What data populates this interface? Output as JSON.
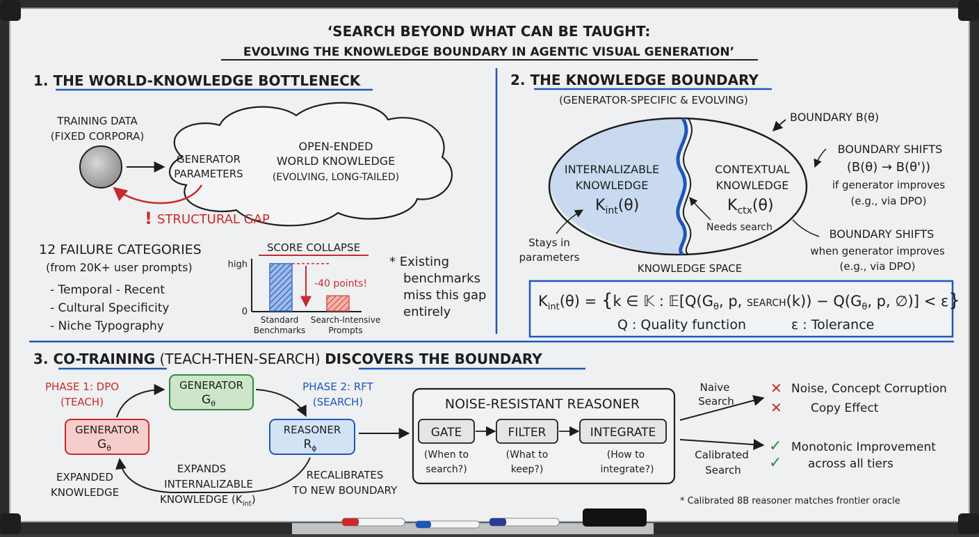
{
  "title": {
    "line1": "‘SEARCH BEYOND WHAT CAN BE TAUGHT:",
    "line2": "EVOLVING THE KNOWLEDGE BOUNDARY IN AGENTIC VISUAL GENERATION’"
  },
  "section1": {
    "heading": "1. THE WORLD-KNOWLEDGE BOTTLENECK",
    "training_data": [
      "TRAINING DATA",
      "(FIXED CORPORA)"
    ],
    "generator_params": [
      "GENERATOR",
      "PARAMETERS"
    ],
    "cloud": [
      "OPEN-ENDED",
      "WORLD KNOWLEDGE",
      "(EVOLVING, LONG-TAILED)"
    ],
    "gap_mark": "!",
    "gap": "STRUCTURAL GAP",
    "failures_title": "12 FAILURE CATEGORIES",
    "failures_sub": "(from 20K+ user prompts)",
    "failures": [
      "- Temporal - Recent",
      "- Cultural Specificity",
      "- Niche Typography"
    ],
    "chart_title": "SCORE COLLAPSE",
    "note": [
      "* Existing",
      "benchmarks",
      "miss this gap",
      "entirely"
    ]
  },
  "section2": {
    "heading": "2. THE KNOWLEDGE BOUNDARY",
    "subheading": "(GENERATOR-SPECIFIC & EVOLVING)",
    "boundary_label": "BOUNDARY B(θ)",
    "internal": [
      "INTERNALIZABLE",
      "KNOWLEDGE"
    ],
    "internal_sym": "K",
    "internal_sub": "int",
    "theta": "(θ)",
    "contextual": [
      "CONTEXTUAL",
      "KNOWLEDGE"
    ],
    "ctx_sym": "K",
    "ctx_sub": "ctx",
    "needs_search": "Needs search",
    "stays": [
      "Stays in",
      "parameters"
    ],
    "space": "KNOWLEDGE SPACE",
    "shift1": [
      "BOUNDARY SHIFTS",
      "(B(θ) → B(θ'))",
      "if generator improves",
      "(e.g., via DPO)"
    ],
    "shift2": [
      "BOUNDARY SHIFTS",
      "when generator improves",
      "(e.g., via DPO)"
    ],
    "formula": {
      "lhs_k": "K",
      "lhs_sub": "int",
      "lhs_rest": "(θ) = ",
      "lbrace": "{",
      "set_part": "k ∈ 𝕂 : 𝔼[",
      "q1": "Q(G",
      "q1_sub": "θ",
      "q1_rest": ", p, ",
      "search": "SEARCH",
      "q1_end": "(k)) − Q(G",
      "q2_sub": "θ",
      "q2_rest": ", p, ∅)] < ε",
      "rbrace": "}"
    },
    "q_def": "Q : Quality function",
    "eps_def": "ε : Tolerance"
  },
  "section3": {
    "heading_part1": "3. CO-TRAINING",
    "heading_part2": " (TEACH-THEN-SEARCH) ",
    "heading_part3": "DISCOVERS THE BOUNDARY",
    "phase1": [
      "PHASE 1: DPO",
      "(TEACH)"
    ],
    "phase2": [
      "PHASE 2: RFT",
      "(SEARCH)"
    ],
    "gen_top": [
      "GENERATOR",
      "G",
      "θ"
    ],
    "gen_left": [
      "GENERATOR",
      "G",
      "θ"
    ],
    "reasoner": [
      "REASONER",
      "R",
      "ϕ"
    ],
    "expanded": [
      "EXPANDED",
      "KNOWLEDGE"
    ],
    "expands": [
      "EXPANDS",
      "INTERNALIZABLE",
      "KNOWLEDGE (K",
      "int",
      ")"
    ],
    "recal": [
      "RECALIBRATES",
      "TO NEW BOUNDARY"
    ],
    "nrr_title": "NOISE-RESISTANT REASONER",
    "gate": "GATE",
    "gate_q": [
      "(When to",
      "search?)"
    ],
    "filter": "FILTER",
    "filter_q": [
      "(What to",
      "keep?)"
    ],
    "integrate": "INTEGRATE",
    "integrate_q": [
      "(How to",
      "integrate?)"
    ],
    "naive": [
      "Naive",
      "Search"
    ],
    "calibrated": [
      "Calibrated",
      "Search"
    ],
    "bad": [
      "Noise, Concept Corruption",
      "Copy Effect"
    ],
    "good": [
      "Monotonic Improvement",
      "across all tiers"
    ],
    "cross_mark": "✕",
    "check_mark": "✓",
    "footnote": "* Calibrated 8B reasoner matches frontier oracle"
  },
  "chart_data": {
    "type": "bar",
    "title": "SCORE COLLAPSE",
    "categories": [
      "Standard Benchmarks",
      "Search-Intensive Prompts"
    ],
    "category_lines": [
      [
        "Standard",
        "Benchmarks"
      ],
      [
        "Search-Intensive",
        "Prompts"
      ]
    ],
    "values": [
      1.0,
      0.32
    ],
    "y_tick_labels": [
      "high",
      "0"
    ],
    "annotation": "-40 points!",
    "colors": [
      "#3b6fd1",
      "#d9534f"
    ]
  },
  "colors": {
    "board": "#eef0f1",
    "frame": "#2c2c2c",
    "blue": "#1f56b8",
    "red": "#c92a2a",
    "green": "#2f8a3a"
  }
}
